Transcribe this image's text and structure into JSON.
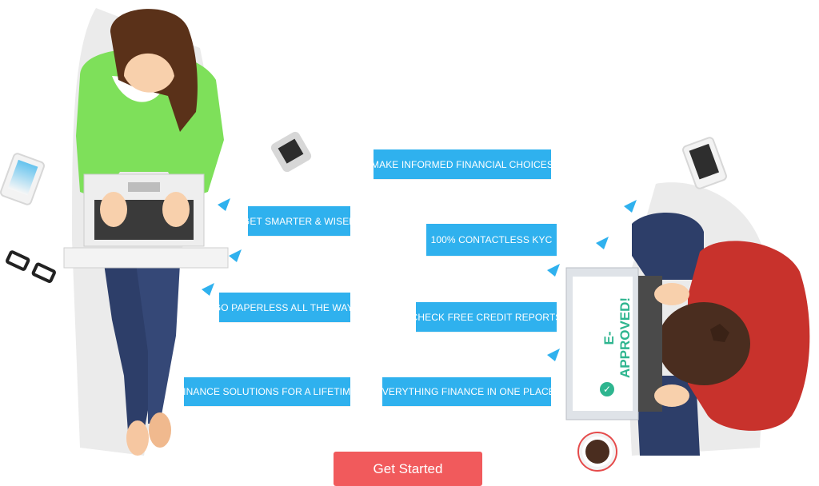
{
  "features": [
    "MAKE INFORMED FINANCIAL CHOICES",
    "GET SMARTER & WISER",
    "100% CONTACTLESS KYC",
    "GO PAPERLESS ALL THE WAY!",
    "CHECK FREE CREDIT REPORTS",
    "FINANCE SOLUTIONS FOR A LIFETIME",
    "EVERYTHING FINANCE IN ONE PLACE!"
  ],
  "laptop_screen": {
    "approval_text": "E-APPROVED!"
  },
  "cta": {
    "label": "Get Started"
  },
  "colors": {
    "tag_bg": "#2fb1ee",
    "cta_bg": "#f15a5c",
    "woman_sweater": "#7ee05a",
    "man_sweater": "#c8322c",
    "jeans": "#2d3e69"
  },
  "icons": [
    "paper-plane-icon",
    "phone-icon",
    "glasses-icon",
    "coffee-cup-icon",
    "checkmark-icon"
  ]
}
